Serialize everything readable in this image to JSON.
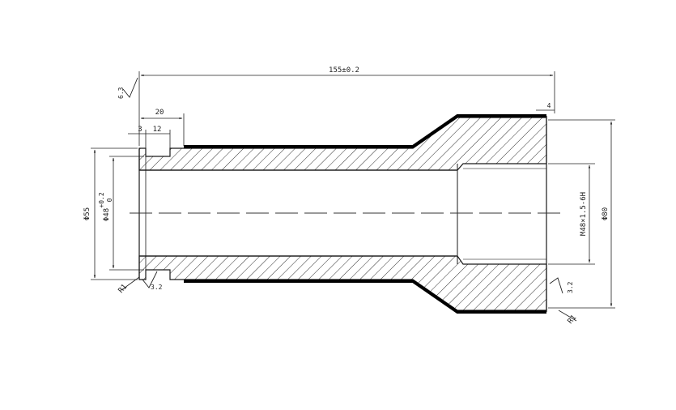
{
  "dimensions": {
    "overall_length": "155±0.2",
    "shoulder_length": "20",
    "step_length": "12",
    "chamfer_length": "3",
    "right_chamfer": "4",
    "outer_diameter_left": "Φ55",
    "bore_diameter": "Φ48",
    "bore_tolerance_upper": "+0.2",
    "bore_tolerance_lower": "0",
    "thread_spec": "M48×1.5-6H",
    "outer_diameter_right": "Φ80",
    "radius_left": "R1",
    "radius_right": "R1"
  },
  "surface_finish": {
    "general": "6.3",
    "left_face": "3.2",
    "right_face": "3.2"
  },
  "colors": {
    "line": "#1a1a1a",
    "hatch": "#333333",
    "heavy": "#000000"
  }
}
